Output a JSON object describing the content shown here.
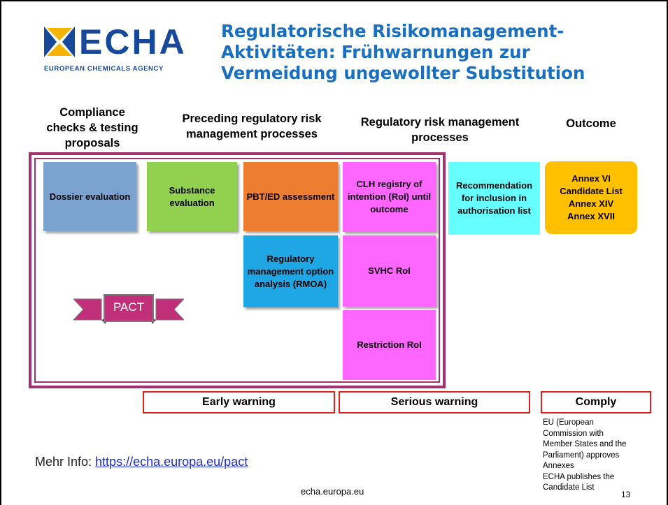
{
  "logo": {
    "word": "ECHA",
    "subtitle": "EUROPEAN CHEMICALS AGENCY",
    "brand_color": "#17489a"
  },
  "title": {
    "lines": [
      "Regulatorische Risikomanagement-",
      "Aktivitäten: Frühwarnungen zur",
      "Vermeidung ungewollter Substitution"
    ],
    "color": "#1a6fc0"
  },
  "columns": {
    "compliance": "Compliance checks & testing proposals",
    "preceding": "Preceding regulatory risk management processes",
    "regulatory": "Regulatory risk management processes",
    "outcome": "Outcome"
  },
  "boxes": {
    "dossier": "Dossier evaluation",
    "substance": "Substance evaluation",
    "pbt": "PBT/ED assessment",
    "rmoa": "Regulatory management option analysis (RMOA)",
    "clh": "CLH registry of intention (RoI) until outcome",
    "svhc": "SVHC RoI",
    "restriction": "Restriction RoI",
    "recommendation": "Recommendation for inclusion in authorisation list",
    "outcome_lines": [
      "Annex VI",
      "Candidate List",
      "Annex XIV",
      "Annex XVII"
    ]
  },
  "colors": {
    "dossier": "#7aa3d0",
    "substance": "#92d050",
    "pbt": "#ed7d31",
    "rmoa": "#1fa6e4",
    "roi": "#ff66ff",
    "recommendation": "#66ffff",
    "outcome": "#ffc000",
    "frame": "#a0306e",
    "warning_border": "#e0201c",
    "pact": "#c0307a"
  },
  "pact": {
    "label": "PACT"
  },
  "warnings": {
    "early": "Early warning",
    "serious": "Serious warning",
    "comply": "Comply"
  },
  "comply_note": [
    "EU (European",
    "Commission with",
    "Member States and the",
    "Parliament) approves",
    "Annexes",
    "ECHA publishes the",
    "Candidate List"
  ],
  "more_info": {
    "label": "Mehr Info: ",
    "link": "https://echa.europa.eu/pact"
  },
  "footer": "echa.europa.eu",
  "page_number": "13"
}
